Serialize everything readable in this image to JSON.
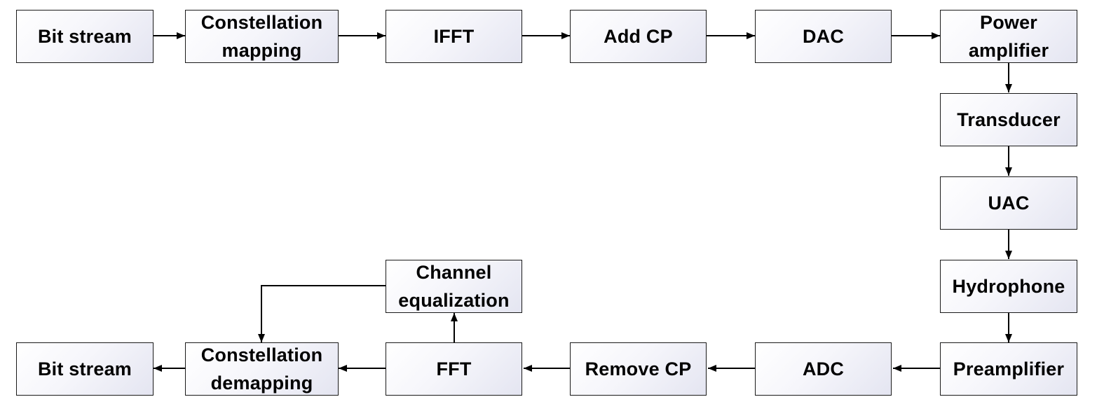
{
  "blocks": {
    "tx_bit_stream": "Bit stream",
    "constellation_mapping": "Constellation\nmapping",
    "ifft": "IFFT",
    "add_cp": "Add CP",
    "dac": "DAC",
    "power_amplifier": "Power\namplifier",
    "transducer": "Transducer",
    "uac": "UAC",
    "hydrophone": "Hydrophone",
    "preamplifier": "Preamplifier",
    "adc": "ADC",
    "remove_cp": "Remove CP",
    "fft": "FFT",
    "channel_equalization": "Channel\nequalization",
    "constellation_demapping": "Constellation\ndemapping",
    "rx_bit_stream": "Bit stream"
  },
  "connections": [
    [
      "tx_bit_stream",
      "constellation_mapping"
    ],
    [
      "constellation_mapping",
      "ifft"
    ],
    [
      "ifft",
      "add_cp"
    ],
    [
      "add_cp",
      "dac"
    ],
    [
      "dac",
      "power_amplifier"
    ],
    [
      "power_amplifier",
      "transducer"
    ],
    [
      "transducer",
      "uac"
    ],
    [
      "uac",
      "hydrophone"
    ],
    [
      "hydrophone",
      "preamplifier"
    ],
    [
      "preamplifier",
      "adc"
    ],
    [
      "adc",
      "remove_cp"
    ],
    [
      "remove_cp",
      "fft"
    ],
    [
      "fft",
      "channel_equalization"
    ],
    [
      "channel_equalization",
      "constellation_demapping"
    ],
    [
      "fft",
      "constellation_demapping"
    ],
    [
      "constellation_demapping",
      "rx_bit_stream"
    ]
  ],
  "colors": {
    "box_border": "#1a1a1a",
    "box_fill_light": "#ffffff",
    "box_fill_shade": "#e4e5f1",
    "line": "#000000",
    "text": "#000000"
  }
}
